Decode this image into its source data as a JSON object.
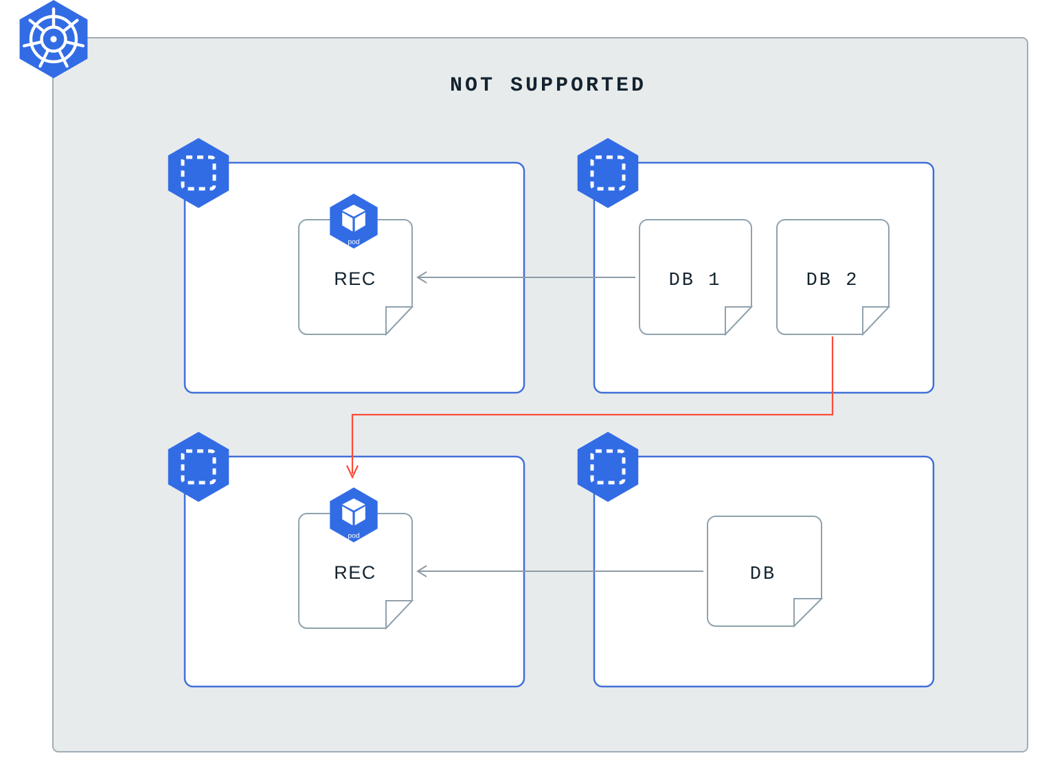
{
  "diagram": {
    "title": "NOT SUPPORTED",
    "type": "kubernetes-architecture",
    "colors": {
      "kubernetes_blue": "#326ce5",
      "cluster_fill": "#e8ebec",
      "cluster_border": "#9fadb7",
      "shape_border": "#8fa1ad",
      "text": "#13232f",
      "arrow_gray": "#8c9ba5",
      "arrow_red": "#fa4b38",
      "white": "#ffffff"
    },
    "cluster": {
      "label": "kubernetes-cluster",
      "icon": "kubernetes-wheel-icon"
    },
    "namespaces": [
      {
        "id": "ns-top-left",
        "icon": "namespace-icon",
        "shapes": [
          {
            "id": "rec-top",
            "label": "REC",
            "kind": "document",
            "badge": {
              "icon": "pod-icon",
              "label": "pod"
            }
          }
        ]
      },
      {
        "id": "ns-top-right",
        "icon": "namespace-icon",
        "shapes": [
          {
            "id": "db1",
            "label": "DB 1",
            "kind": "document",
            "badge": null
          },
          {
            "id": "db2",
            "label": "DB 2",
            "kind": "document",
            "badge": null
          }
        ]
      },
      {
        "id": "ns-bottom-left",
        "icon": "namespace-icon",
        "shapes": [
          {
            "id": "rec-bottom",
            "label": "REC",
            "kind": "document",
            "badge": {
              "icon": "pod-icon",
              "label": "pod"
            }
          }
        ]
      },
      {
        "id": "ns-bottom-right",
        "icon": "namespace-icon",
        "shapes": [
          {
            "id": "db-single",
            "label": "DB",
            "kind": "document",
            "badge": null
          }
        ]
      }
    ],
    "connections": [
      {
        "id": "db1-to-rec-top",
        "from": "db1",
        "to": "rec-top",
        "style": "allowed",
        "color": "#8c9ba5"
      },
      {
        "id": "db-to-rec-bottom",
        "from": "db-single",
        "to": "rec-bottom",
        "style": "allowed",
        "color": "#8c9ba5"
      },
      {
        "id": "db2-to-rec-bottom",
        "from": "db2",
        "to": "rec-bottom",
        "style": "not-supported",
        "color": "#fa4b38"
      }
    ]
  }
}
